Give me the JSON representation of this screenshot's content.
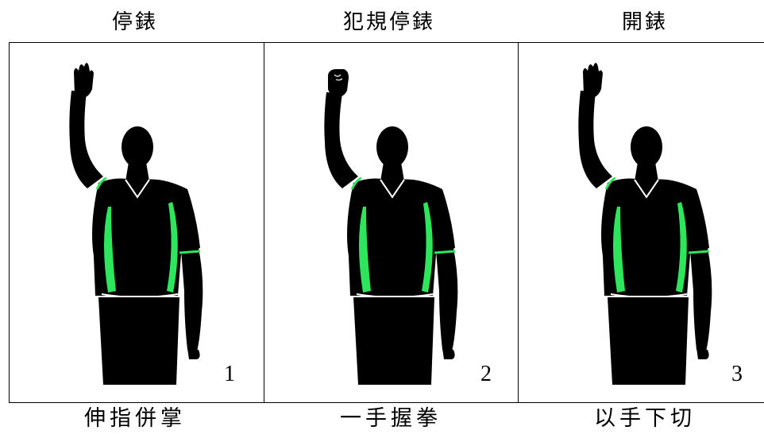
{
  "panels": [
    {
      "title": "停錶",
      "number": "1",
      "caption": "伸指併掌",
      "hand": "open-palm-icon"
    },
    {
      "title": "犯規停錶",
      "number": "2",
      "caption": "一手握拳",
      "hand": "clenched-fist-icon"
    },
    {
      "title": "開錶",
      "number": "3",
      "caption": "以手下切",
      "hand": "open-palm-icon"
    }
  ],
  "colors": {
    "silhouette": "#000000",
    "jersey_accent": "#2ee65c",
    "trim": "#ffffff",
    "border": "#000000"
  }
}
